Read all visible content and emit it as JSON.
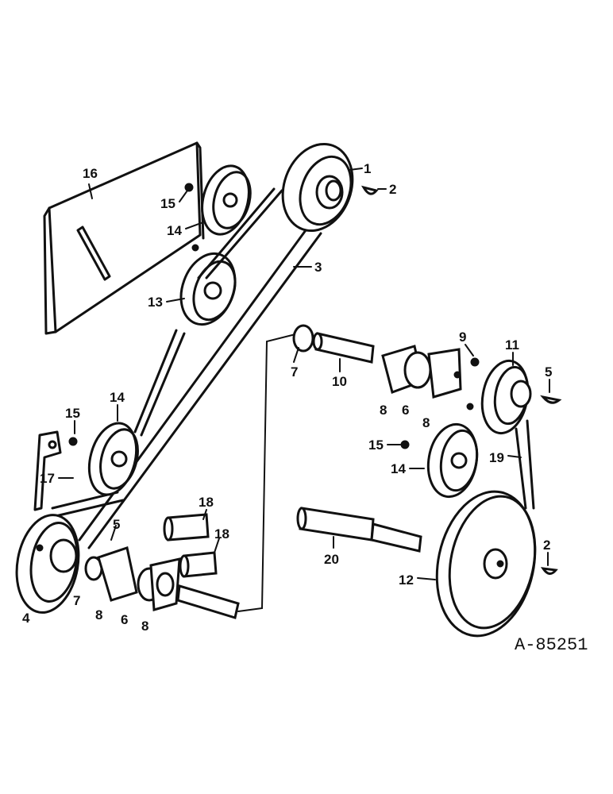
{
  "labels": {
    "l1": "1",
    "l2a": "2",
    "l2b": "2",
    "l3": "3",
    "l4": "4",
    "l5a": "5",
    "l5b": "5",
    "l6a": "6",
    "l6b": "6",
    "l7a": "7",
    "l7b": "7",
    "l8a": "8",
    "l8b": "8",
    "l8c": "8",
    "l8d": "8",
    "l9": "9",
    "l10": "10",
    "l11": "11",
    "l12": "12",
    "l13": "13",
    "l14a": "14",
    "l14b": "14",
    "l14c": "14",
    "l15a": "15",
    "l15b": "15",
    "l15c": "15",
    "l16": "16",
    "l17": "17",
    "l18a": "18",
    "l18b": "18",
    "l19": "19",
    "l20": "20"
  },
  "figure_code": "A-85251"
}
